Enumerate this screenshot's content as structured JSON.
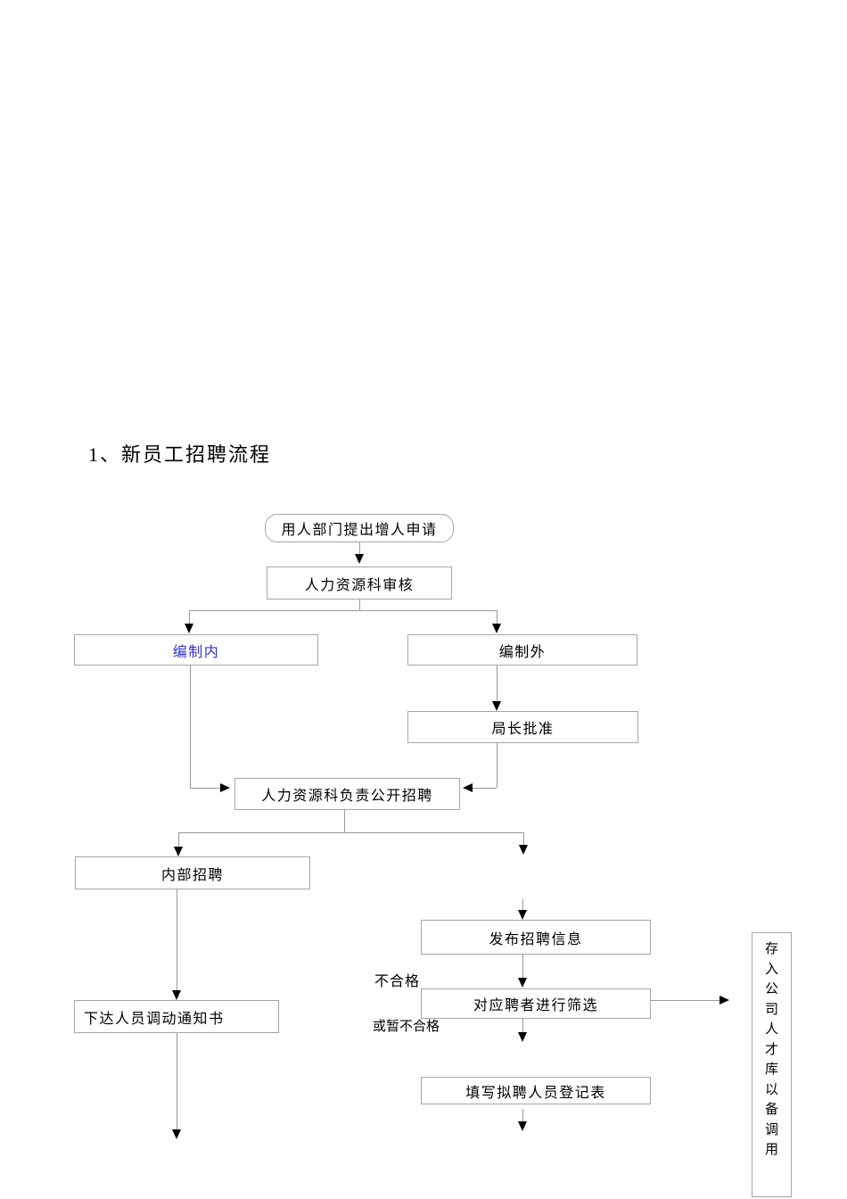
{
  "page": {
    "title": "1、新员工招聘流程"
  },
  "nodes": {
    "start": "用人部门提出增人申请",
    "hr_review": "人力资源科审核",
    "in_establishment": "编制内",
    "out_establishment": "编制外",
    "director_approval": "局长批准",
    "public_recruit": "人力资源科负责公开招聘",
    "internal_recruit": "内部招聘",
    "publish_info": "发布招聘信息",
    "screen_applicants": "对应聘者进行筛选",
    "transfer_notice": "下达人员调动通知书",
    "registration_form": "填写拟聘人员登记表",
    "talent_pool": "存入公司人才库以备调用"
  },
  "edge_labels": {
    "unqualified": "不合格",
    "or_temporarily_unqualified": "或暂不合格"
  },
  "edges": [
    {
      "from": "start",
      "to": "hr_review"
    },
    {
      "from": "hr_review",
      "to": "in_establishment"
    },
    {
      "from": "hr_review",
      "to": "out_establishment"
    },
    {
      "from": "out_establishment",
      "to": "director_approval"
    },
    {
      "from": "in_establishment",
      "to": "public_recruit"
    },
    {
      "from": "director_approval",
      "to": "public_recruit"
    },
    {
      "from": "public_recruit",
      "to": "internal_recruit"
    },
    {
      "from": "public_recruit",
      "to": "publish_info"
    },
    {
      "from": "publish_info",
      "to": "screen_applicants"
    },
    {
      "from": "screen_applicants",
      "to": "talent_pool",
      "label": "不合格 或暂不合格"
    },
    {
      "from": "screen_applicants",
      "to": "registration_form"
    },
    {
      "from": "internal_recruit",
      "to": "transfer_notice"
    },
    {
      "from": "transfer_notice",
      "to": "continues-below"
    },
    {
      "from": "registration_form",
      "to": "continues-below"
    }
  ],
  "colors": {
    "box_border": "#a6a6a6",
    "connector_line": "#9a9a9a",
    "arrowhead": "#000000",
    "text": "#000000",
    "link_blue": "#3333cc",
    "background": "#ffffff"
  }
}
